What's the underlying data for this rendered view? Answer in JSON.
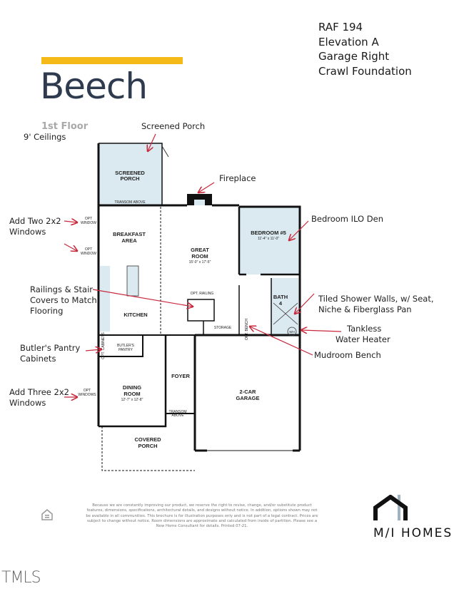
{
  "header": {
    "info_lines": [
      "RAF 194",
      "Elevation A",
      "Garage Right",
      "Crawl Foundation"
    ],
    "title": "Beech",
    "floor": "1st Floor",
    "ceilings": "9' Ceilings",
    "accent_color": "#f5b918",
    "title_color": "#2e3a4e"
  },
  "plan": {
    "room_fill": "#dbe9f0",
    "screened_porch": [
      "SCREENED",
      "PORCH"
    ],
    "transom_above_porch": "TRANSOM ABOVE",
    "opt_window_1": [
      "OPT",
      "WINDOW"
    ],
    "opt_window_2": [
      "OPT",
      "WINDOW"
    ],
    "breakfast": [
      "BREAKFAST",
      "AREA"
    ],
    "great_room": [
      "GREAT",
      "ROOM"
    ],
    "great_room_dim": "15'-0\" x 17'-5\"",
    "bedroom": "BEDROOM #5",
    "bedroom_dim": "11'-4\" x 11'-0\"",
    "kitchen": "KITCHEN",
    "opt_railing": "OPT. RAILING",
    "storage": "STORAGE",
    "bath": [
      "BATH",
      "4"
    ],
    "opt_bench": "OPT. BENCH",
    "water_heater": "WH",
    "opt_cabinets": "OPT. CABINETS",
    "butlers_pantry": [
      "BUTLER'S",
      "PANTRY"
    ],
    "opt_windows": [
      "OPT",
      "WINDOWS"
    ],
    "dining": [
      "DINING",
      "ROOM"
    ],
    "dining_dim": "12'-7\" x 12'-8\"",
    "foyer": "FOYER",
    "transom_above_foyer": [
      "TRANSOM",
      "ABOVE"
    ],
    "garage": [
      "2-CAR",
      "GARAGE"
    ],
    "covered_porch": [
      "COVERED",
      "PORCH"
    ]
  },
  "annotations": {
    "arrow_color": "#c8283c",
    "screened_porch": "Screened Porch",
    "fireplace": "Fireplace",
    "add_two_windows": [
      "Add Two 2x2",
      "Windows"
    ],
    "bedroom_ilo_den": "Bedroom ILO Den",
    "railings": [
      "Railings & Stair",
      "Covers to Match",
      "Flooring"
    ],
    "tiled_shower": [
      "Tiled Shower Walls, w/ Seat,",
      "Niche & Fiberglass Pan"
    ],
    "tankless": [
      "Tankless",
      "Water Heater"
    ],
    "butlers_cabinets": [
      "Butler's Pantry",
      "Cabinets"
    ],
    "mudroom_bench": "Mudroom Bench",
    "add_three_windows": [
      "Add Three 2x2",
      "Windows"
    ]
  },
  "footer": {
    "disclaimer": "Because we are constantly improving our product, we reserve the right to revise, change, and/or substitute product features, dimensions, specifications, architectural details, and designs without notice. In addition, options shown may not be available in all communities. This brochure is for illustration purposes only and is not part of a legal contract. Prices are subject to change without notice. Room dimensions are approximate and calculated from inside of partition. Please see a New Home Consultant for details. Printed 07-21.",
    "equal_housing_icon": "equal-housing-icon",
    "brand": "M/I HOMES",
    "watermark": "TMLS"
  }
}
